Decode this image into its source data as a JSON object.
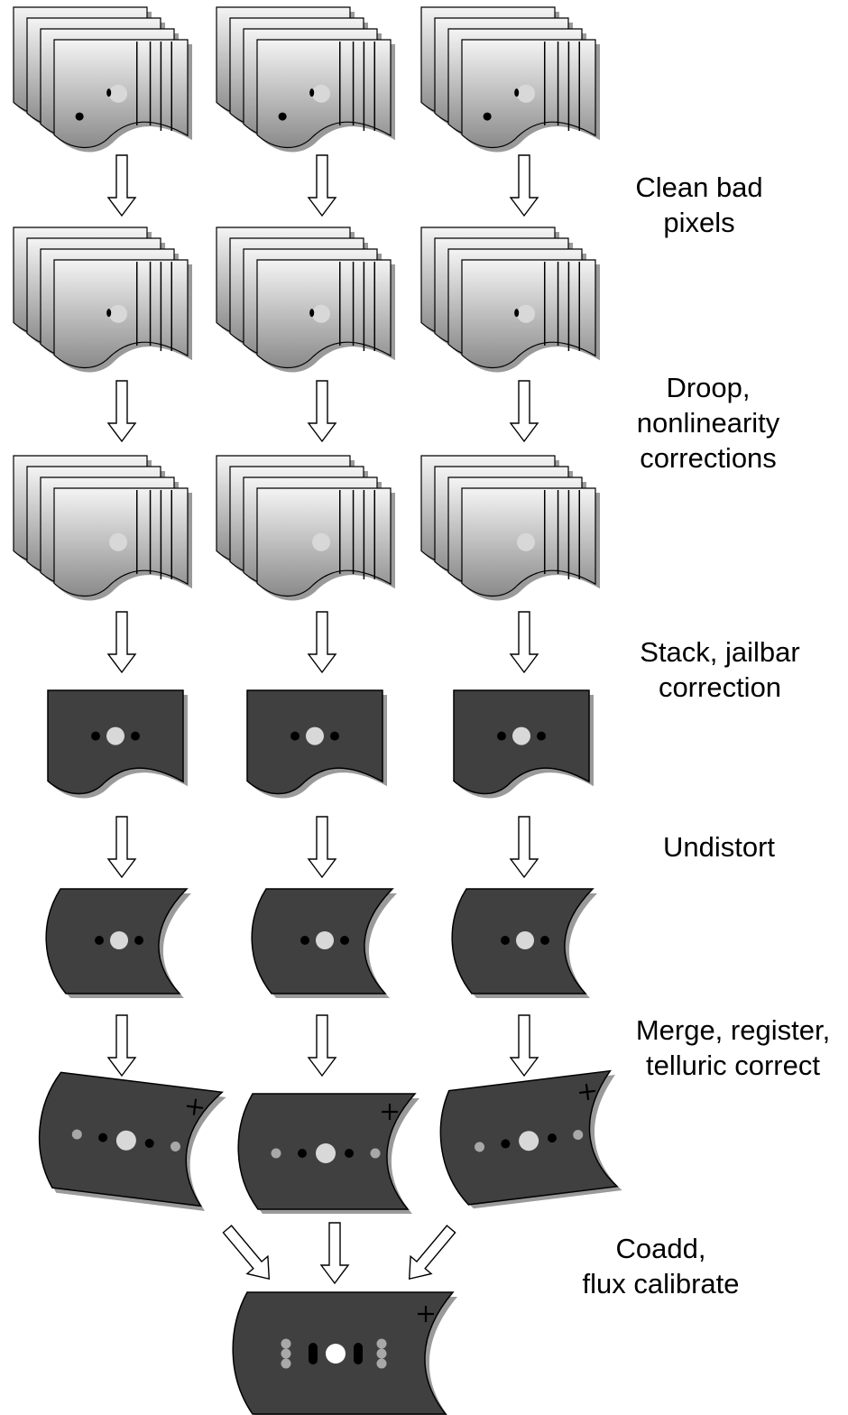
{
  "steps": [
    {
      "id": "clean",
      "lines": [
        "Clean bad",
        "pixels"
      ]
    },
    {
      "id": "droop",
      "lines": [
        "Droop,",
        "nonlinearity",
        "corrections"
      ]
    },
    {
      "id": "stack",
      "lines": [
        "Stack, jailbar",
        "correction"
      ]
    },
    {
      "id": "undistort",
      "lines": [
        "Undistort"
      ]
    },
    {
      "id": "merge",
      "lines": [
        "Merge, register,",
        "telluric correct"
      ]
    },
    {
      "id": "coadd",
      "lines": [
        "Coadd,",
        "flux calibrate"
      ]
    }
  ],
  "colors": {
    "frame_light_top": "#f4f4f4",
    "frame_light_bottom": "#8a8a8a",
    "frame_dark": "#404040",
    "shadow": "#9a9a9a",
    "outline": "#000000",
    "source_light": "#d8d8d8",
    "source_gray": "#a8a8a8",
    "source_black": "#000000",
    "source_white": "#ffffff"
  }
}
